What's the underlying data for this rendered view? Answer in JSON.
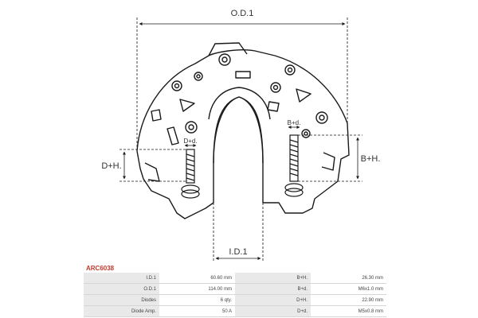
{
  "diagram": {
    "labels": {
      "od": "O.D.1",
      "id": "I.D.1",
      "dh": "D+H.",
      "bh": "B+H.",
      "dd": "D+d.",
      "bd": "B+d."
    },
    "line_color": "#1a1a1a"
  },
  "part_code": "ARC6038",
  "specs": {
    "rows": [
      {
        "label_left": "I.D.1",
        "value_left": "60.60 mm",
        "label_right": "B+H.",
        "value_right": "26.30 mm"
      },
      {
        "label_left": "O.D.1",
        "value_left": "114.00 mm",
        "label_right": "B+d.",
        "value_right": "M6x1.0 mm"
      },
      {
        "label_left": "Diodes",
        "value_left": "6 qty.",
        "label_right": "D+H.",
        "value_right": "22.90 mm"
      },
      {
        "label_left": "Diode Amp.",
        "value_left": "50 A",
        "label_right": "D+d.",
        "value_right": "M5x0.8 mm"
      }
    ]
  },
  "colors": {
    "accent": "#c0392b",
    "label_bg": "#e9e9e9"
  }
}
